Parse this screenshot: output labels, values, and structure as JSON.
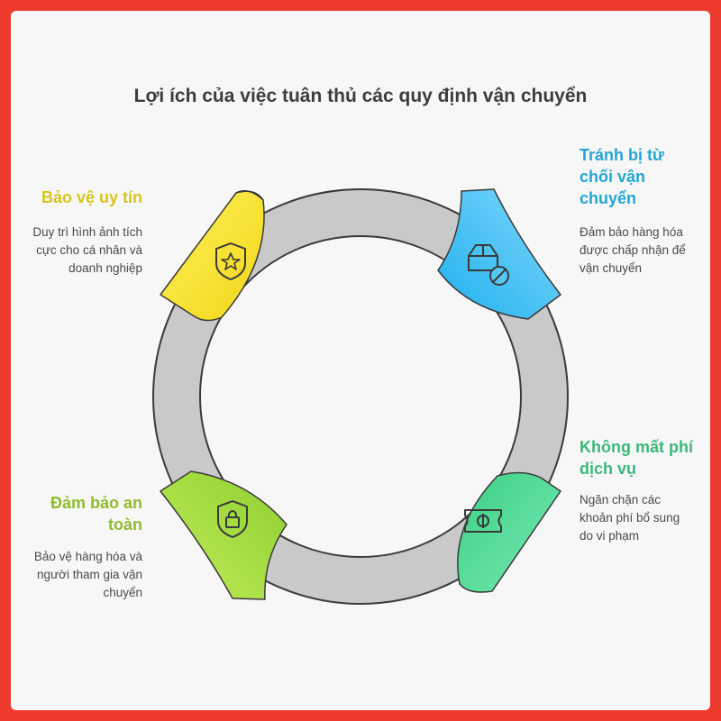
{
  "title": "Lợi ích của việc tuân thủ các quy định vận chuyển",
  "items": [
    {
      "heading": "Bảo vệ uy tín",
      "description": "Duy trì hình ảnh tích cực cho cá nhân và doanh nghiệp",
      "color": "#d9c41c",
      "icon": "shield-star-icon"
    },
    {
      "heading": "Tránh bị từ chối vận chuyển",
      "description": "Đảm bảo hàng hóa được chấp nhận để vận chuyển",
      "color": "#23a6d5",
      "icon": "package-blocked-icon"
    },
    {
      "heading": "Không mất phí dịch vụ",
      "description": "Ngăn chặn các khoản phí bổ sung do vi phạm",
      "color": "#3cb97a",
      "icon": "ticket-coin-icon"
    },
    {
      "heading": "Đảm bảo an toàn",
      "description": "Bảo vệ hàng hóa và người tham gia vận chuyển",
      "color": "#8fbb2e",
      "icon": "shield-lock-icon"
    }
  ],
  "colors": {
    "frame": "#ef3b2d",
    "ring": "#c9c9c9",
    "ring_stroke": "#3a3a3a",
    "yellow": "#f7e43a",
    "blue": "#4cc3f2",
    "green": "#58d99a",
    "lime": "#a4db45"
  }
}
